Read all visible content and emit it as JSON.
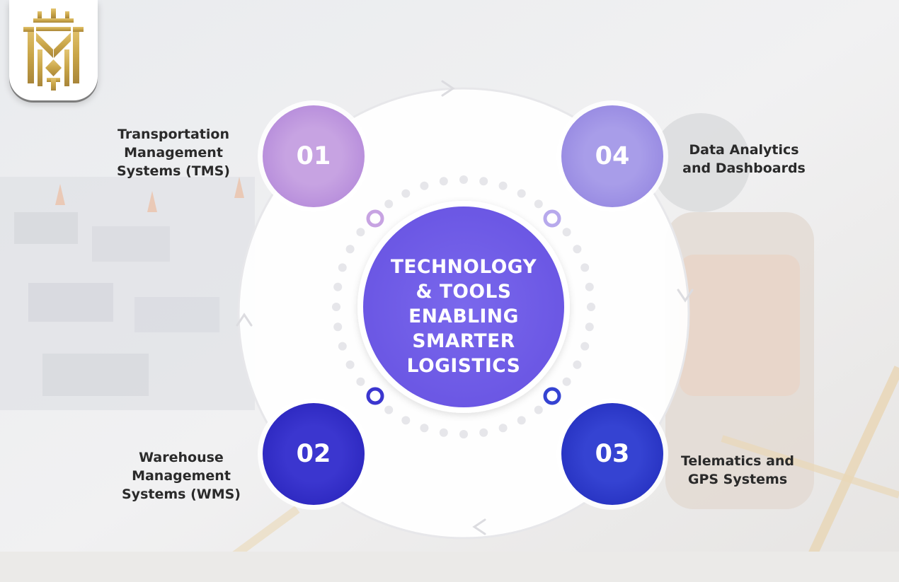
{
  "center": {
    "lines": [
      "TECHNOLOGY",
      "& TOOLS",
      "ENABLING",
      "SMARTER",
      "LOGISTICS"
    ],
    "color": "#7461e8"
  },
  "steps": [
    {
      "number": "01",
      "lines": [
        "Transportation",
        "Management",
        "Systems (TMS)"
      ],
      "color": "#c49de0"
    },
    {
      "number": "02",
      "lines": [
        "Warehouse",
        "Management",
        "Systems (WMS)"
      ],
      "color": "#3a35cc"
    },
    {
      "number": "03",
      "lines": [
        "Telematics and",
        "GPS Systems"
      ],
      "color": "#3440cf"
    },
    {
      "number": "04",
      "lines": [
        "Data Analytics",
        "and Dashboards"
      ],
      "color": "#a69be8"
    }
  ],
  "logo": {
    "icon": "crown-shield-logo",
    "color": "#c9a548"
  }
}
